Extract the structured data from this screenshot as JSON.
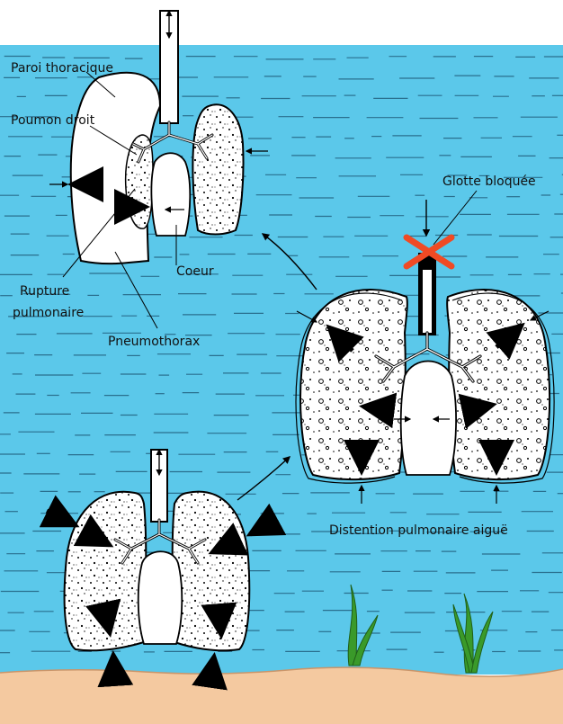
{
  "colors": {
    "water": "#5bc8ea",
    "wave": "#2a6f8e",
    "sand": "#f4c9a0",
    "lung_fill": "#ffffff",
    "outline": "#000000",
    "blocked_mark": "#f04a24",
    "seaweed": "#3a9a2a"
  },
  "labels": {
    "paroi": "Paroi thoracique",
    "poumon_droit": "Poumon droit",
    "rupture_1": "Rupture",
    "rupture_2": "pulmonaire",
    "coeur": "Coeur",
    "pneumothorax": "Pneumothorax",
    "glotte": "Glotte bloquée",
    "distension": "Distention pulmonaire aiguë"
  }
}
